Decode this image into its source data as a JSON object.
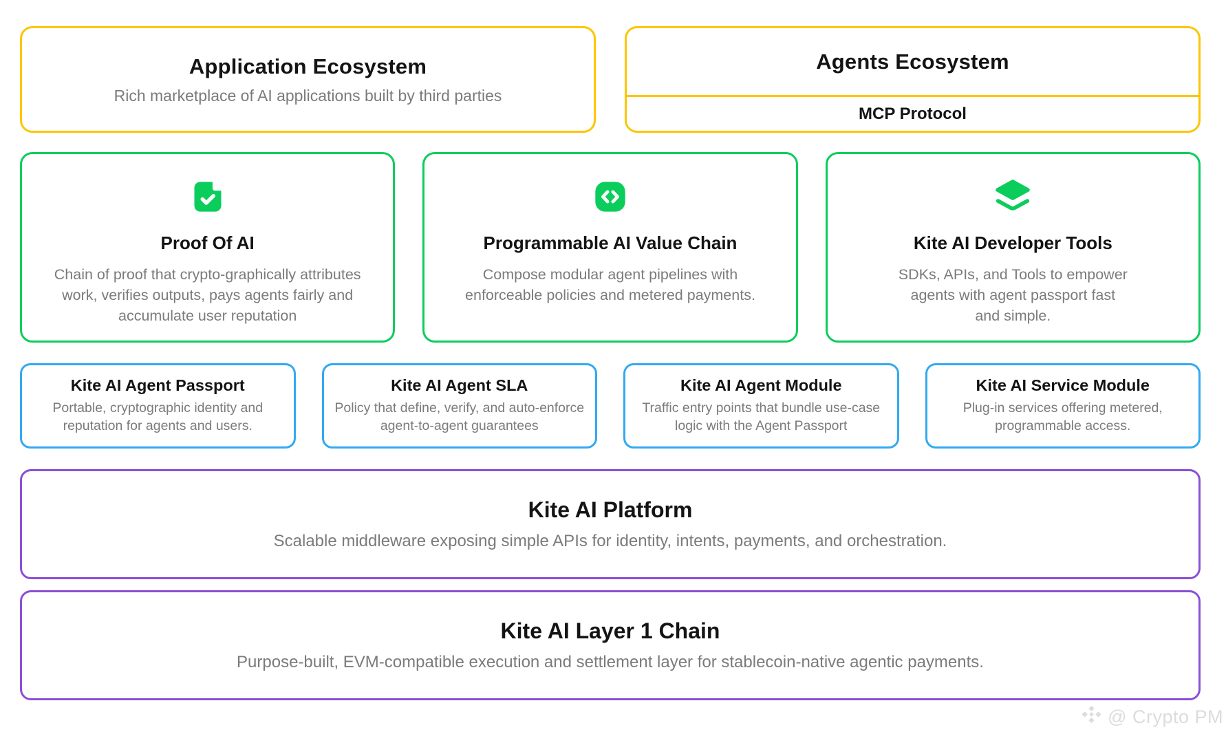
{
  "colors": {
    "yellow_border": "#fdc500",
    "green_border": "#0acd5c",
    "blue_border": "#32a9f2",
    "purple_border": "#8b4fd6",
    "title_text": "#141414",
    "body_text": "#7b7b7b",
    "watermark_text": "#dcdcdc"
  },
  "ecosystem_row": {
    "application": {
      "title": "Application Ecosystem",
      "subtitle": "Rich marketplace of AI applications built by third parties"
    },
    "agents": {
      "title": "Agents Ecosystem",
      "protocol": "MCP Protocol"
    }
  },
  "capability_row": {
    "cards": [
      {
        "icon": "file-check-icon",
        "title": "Proof Of AI",
        "body": "Chain of proof that crypto-graphically attributes work, verifies outputs, pays agents fairly and accumulate user reputation"
      },
      {
        "icon": "code-icon",
        "title": "Programmable AI Value Chain",
        "body": "Compose modular agent pipelines with enforceable policies and metered payments."
      },
      {
        "icon": "layers-icon",
        "title": "Kite AI Developer Tools",
        "body": "SDKs, APIs, and Tools to empower agents with agent passport fast and simple."
      }
    ]
  },
  "module_row": {
    "cards": [
      {
        "title": "Kite AI Agent Passport",
        "body": "Portable, cryptographic identity and reputation for agents and users."
      },
      {
        "title": "Kite AI Agent SLA",
        "body": "Policy that define, verify, and auto-enforce agent-to-agent guarantees"
      },
      {
        "title": "Kite AI Agent Module",
        "body": "Traffic entry points that bundle use-case logic with the Agent Passport"
      },
      {
        "title": "Kite AI Service Module",
        "body": "Plug-in services offering metered, programmable access."
      }
    ]
  },
  "platform": {
    "title": "Kite AI Platform",
    "subtitle": "Scalable middleware exposing simple APIs for identity, intents, payments, and orchestration."
  },
  "layer1": {
    "title": "Kite AI Layer 1 Chain",
    "subtitle": "Purpose-built, EVM-compatible execution and settlement layer for stablecoin-native agentic payments."
  },
  "watermark": {
    "logo": "diamond-logo-icon",
    "text": "@ Crypto PM"
  }
}
